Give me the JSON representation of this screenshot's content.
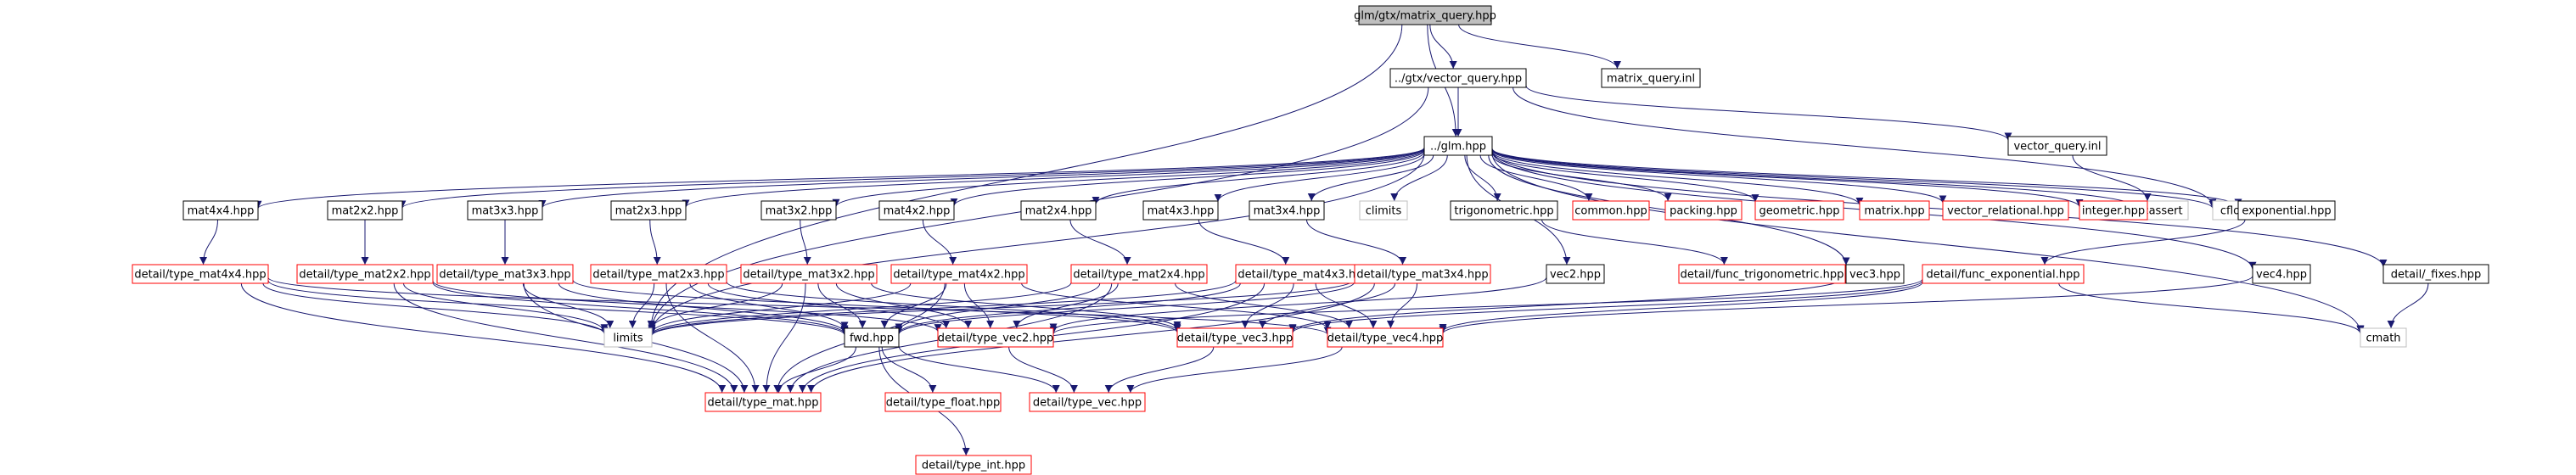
{
  "colors": {
    "background": "#ffffff",
    "edge": "#191970",
    "root_fill": "#bfbfbf",
    "node_fill": "#ffffff",
    "border_default": "#000000",
    "border_red": "#ff0000",
    "border_gray": "#bfbfbf"
  },
  "nodes": {
    "root": {
      "label": "glm/gtx/matrix_query.hpp",
      "style": "root"
    },
    "vector_query_hpp": {
      "label": "../gtx/vector_query.hpp",
      "style": "black"
    },
    "matrix_query_inl": {
      "label": "matrix_query.inl",
      "style": "black"
    },
    "glm_hpp": {
      "label": "../glm.hpp",
      "style": "black"
    },
    "vector_query_inl": {
      "label": "vector_query.inl",
      "style": "black"
    },
    "cassert": {
      "label": "cassert",
      "style": "gray"
    },
    "cfloat": {
      "label": "cfloat",
      "style": "gray"
    },
    "mat4x4_hpp": {
      "label": "mat4x4.hpp",
      "style": "black"
    },
    "mat2x2_hpp": {
      "label": "mat2x2.hpp",
      "style": "black"
    },
    "mat3x3_hpp": {
      "label": "mat3x3.hpp",
      "style": "black"
    },
    "mat2x3_hpp": {
      "label": "mat2x3.hpp",
      "style": "black"
    },
    "mat3x2_hpp": {
      "label": "mat3x2.hpp",
      "style": "black"
    },
    "mat4x2_hpp": {
      "label": "mat4x2.hpp",
      "style": "black"
    },
    "mat2x4_hpp": {
      "label": "mat2x4.hpp",
      "style": "black"
    },
    "mat4x3_hpp": {
      "label": "mat4x3.hpp",
      "style": "black"
    },
    "mat3x4_hpp": {
      "label": "mat3x4.hpp",
      "style": "black"
    },
    "climits": {
      "label": "climits",
      "style": "gray"
    },
    "trigonometric_hpp": {
      "label": "trigonometric.hpp",
      "style": "black"
    },
    "common_hpp": {
      "label": "common.hpp",
      "style": "red"
    },
    "packing_hpp": {
      "label": "packing.hpp",
      "style": "red"
    },
    "geometric_hpp": {
      "label": "geometric.hpp",
      "style": "red"
    },
    "matrix_hpp": {
      "label": "matrix.hpp",
      "style": "red"
    },
    "vector_relational_hpp": {
      "label": "vector_relational.hpp",
      "style": "red"
    },
    "integer_hpp": {
      "label": "integer.hpp",
      "style": "red"
    },
    "exponential_hpp": {
      "label": "exponential.hpp",
      "style": "black"
    },
    "type_mat4x4": {
      "label": "detail/type_mat4x4.hpp",
      "style": "red"
    },
    "type_mat2x2": {
      "label": "detail/type_mat2x2.hpp",
      "style": "red"
    },
    "type_mat3x3": {
      "label": "detail/type_mat3x3.hpp",
      "style": "red"
    },
    "type_mat2x3": {
      "label": "detail/type_mat2x3.hpp",
      "style": "red"
    },
    "type_mat3x2": {
      "label": "detail/type_mat3x2.hpp",
      "style": "red"
    },
    "type_mat4x2": {
      "label": "detail/type_mat4x2.hpp",
      "style": "red"
    },
    "type_mat2x4": {
      "label": "detail/type_mat2x4.hpp",
      "style": "red"
    },
    "type_mat4x3": {
      "label": "detail/type_mat4x3.hpp",
      "style": "red"
    },
    "type_mat3x4": {
      "label": "detail/type_mat3x4.hpp",
      "style": "red"
    },
    "vec2_hpp": {
      "label": "vec2.hpp",
      "style": "black"
    },
    "func_trigonometric": {
      "label": "detail/func_trigonometric.hpp",
      "style": "red"
    },
    "vec3_hpp": {
      "label": "vec3.hpp",
      "style": "black"
    },
    "func_exponential": {
      "label": "detail/func_exponential.hpp",
      "style": "red"
    },
    "vec4_hpp": {
      "label": "vec4.hpp",
      "style": "black"
    },
    "fixes_hpp": {
      "label": "detail/_fixes.hpp",
      "style": "black"
    },
    "limits": {
      "label": "limits",
      "style": "gray"
    },
    "fwd_hpp": {
      "label": "fwd.hpp",
      "style": "black"
    },
    "type_vec2": {
      "label": "detail/type_vec2.hpp",
      "style": "red"
    },
    "type_vec3": {
      "label": "detail/type_vec3.hpp",
      "style": "red"
    },
    "type_vec4": {
      "label": "detail/type_vec4.hpp",
      "style": "red"
    },
    "cmath": {
      "label": "cmath",
      "style": "gray"
    },
    "type_mat": {
      "label": "detail/type_mat.hpp",
      "style": "red"
    },
    "type_float": {
      "label": "detail/type_float.hpp",
      "style": "red"
    },
    "type_vec": {
      "label": "detail/type_vec.hpp",
      "style": "red"
    },
    "type_int": {
      "label": "detail/type_int.hpp",
      "style": "red"
    }
  },
  "edges": [
    [
      "root",
      "vector_query_hpp"
    ],
    [
      "root",
      "matrix_query_inl"
    ],
    [
      "root",
      "glm_hpp"
    ],
    [
      "root",
      "limits"
    ],
    [
      "vector_query_hpp",
      "glm_hpp"
    ],
    [
      "vector_query_hpp",
      "vector_query_inl"
    ],
    [
      "vector_query_hpp",
      "cfloat"
    ],
    [
      "vector_query_hpp",
      "limits"
    ],
    [
      "vector_query_inl",
      "cassert"
    ],
    [
      "glm_hpp",
      "mat4x4_hpp"
    ],
    [
      "glm_hpp",
      "mat2x2_hpp"
    ],
    [
      "glm_hpp",
      "mat3x3_hpp"
    ],
    [
      "glm_hpp",
      "mat2x3_hpp"
    ],
    [
      "glm_hpp",
      "mat3x2_hpp"
    ],
    [
      "glm_hpp",
      "mat4x2_hpp"
    ],
    [
      "glm_hpp",
      "mat2x4_hpp"
    ],
    [
      "glm_hpp",
      "mat4x3_hpp"
    ],
    [
      "glm_hpp",
      "mat3x4_hpp"
    ],
    [
      "glm_hpp",
      "climits"
    ],
    [
      "glm_hpp",
      "trigonometric_hpp"
    ],
    [
      "glm_hpp",
      "common_hpp"
    ],
    [
      "glm_hpp",
      "packing_hpp"
    ],
    [
      "glm_hpp",
      "geometric_hpp"
    ],
    [
      "glm_hpp",
      "matrix_hpp"
    ],
    [
      "glm_hpp",
      "vector_relational_hpp"
    ],
    [
      "glm_hpp",
      "integer_hpp"
    ],
    [
      "glm_hpp",
      "exponential_hpp"
    ],
    [
      "glm_hpp",
      "cassert"
    ],
    [
      "glm_hpp",
      "cfloat"
    ],
    [
      "glm_hpp",
      "fixes_hpp"
    ],
    [
      "glm_hpp",
      "vec4_hpp"
    ],
    [
      "glm_hpp",
      "vec3_hpp"
    ],
    [
      "glm_hpp",
      "cmath"
    ],
    [
      "glm_hpp",
      "vec2_hpp"
    ],
    [
      "glm_hpp",
      "limits"
    ],
    [
      "mat4x4_hpp",
      "type_mat4x4"
    ],
    [
      "mat2x2_hpp",
      "type_mat2x2"
    ],
    [
      "mat3x3_hpp",
      "type_mat3x3"
    ],
    [
      "mat2x3_hpp",
      "type_mat2x3"
    ],
    [
      "mat3x2_hpp",
      "type_mat3x2"
    ],
    [
      "mat4x2_hpp",
      "type_mat4x2"
    ],
    [
      "mat2x4_hpp",
      "type_mat2x4"
    ],
    [
      "mat4x3_hpp",
      "type_mat4x3"
    ],
    [
      "mat3x4_hpp",
      "type_mat3x4"
    ],
    [
      "trigonometric_hpp",
      "func_trigonometric"
    ],
    [
      "exponential_hpp",
      "func_exponential"
    ],
    [
      "fixes_hpp",
      "cmath"
    ],
    [
      "type_mat4x4",
      "limits"
    ],
    [
      "type_mat4x4",
      "fwd_hpp"
    ],
    [
      "type_mat4x4",
      "type_vec4"
    ],
    [
      "type_mat4x4",
      "type_mat"
    ],
    [
      "type_mat2x2",
      "limits"
    ],
    [
      "type_mat2x2",
      "fwd_hpp"
    ],
    [
      "type_mat2x2",
      "type_vec2"
    ],
    [
      "type_mat2x2",
      "type_mat"
    ],
    [
      "type_mat3x3",
      "limits"
    ],
    [
      "type_mat3x3",
      "fwd_hpp"
    ],
    [
      "type_mat3x3",
      "type_vec3"
    ],
    [
      "type_mat3x3",
      "type_mat"
    ],
    [
      "type_mat2x3",
      "limits"
    ],
    [
      "type_mat2x3",
      "fwd_hpp"
    ],
    [
      "type_mat2x3",
      "type_vec2"
    ],
    [
      "type_mat2x3",
      "type_vec3"
    ],
    [
      "type_mat2x3",
      "type_mat"
    ],
    [
      "type_mat3x2",
      "limits"
    ],
    [
      "type_mat3x2",
      "fwd_hpp"
    ],
    [
      "type_mat3x2",
      "type_vec2"
    ],
    [
      "type_mat3x2",
      "type_vec3"
    ],
    [
      "type_mat3x2",
      "type_mat"
    ],
    [
      "type_mat4x2",
      "limits"
    ],
    [
      "type_mat4x2",
      "fwd_hpp"
    ],
    [
      "type_mat4x2",
      "type_vec2"
    ],
    [
      "type_mat4x2",
      "type_vec4"
    ],
    [
      "type_mat4x2",
      "type_mat"
    ],
    [
      "type_mat2x4",
      "limits"
    ],
    [
      "type_mat2x4",
      "fwd_hpp"
    ],
    [
      "type_mat2x4",
      "type_vec2"
    ],
    [
      "type_mat2x4",
      "type_vec4"
    ],
    [
      "type_mat2x4",
      "type_mat"
    ],
    [
      "type_mat4x3",
      "limits"
    ],
    [
      "type_mat4x3",
      "fwd_hpp"
    ],
    [
      "type_mat4x3",
      "type_vec3"
    ],
    [
      "type_mat4x3",
      "type_vec4"
    ],
    [
      "type_mat4x3",
      "type_mat"
    ],
    [
      "type_mat3x4",
      "limits"
    ],
    [
      "type_mat3x4",
      "fwd_hpp"
    ],
    [
      "type_mat3x4",
      "type_vec3"
    ],
    [
      "type_mat3x4",
      "type_vec4"
    ],
    [
      "type_mat3x4",
      "type_mat"
    ],
    [
      "vec2_hpp",
      "type_vec2"
    ],
    [
      "vec3_hpp",
      "type_vec3"
    ],
    [
      "vec4_hpp",
      "type_vec4"
    ],
    [
      "func_exponential",
      "type_vec1"
    ],
    [
      "func_exponential",
      "type_vec2"
    ],
    [
      "func_exponential",
      "type_vec3"
    ],
    [
      "func_exponential",
      "type_vec4"
    ],
    [
      "func_exponential",
      "cmath"
    ],
    [
      "fwd_hpp",
      "type_int"
    ],
    [
      "fwd_hpp",
      "type_float"
    ],
    [
      "fwd_hpp",
      "type_vec"
    ],
    [
      "fwd_hpp",
      "type_mat"
    ],
    [
      "type_vec2",
      "type_vec"
    ],
    [
      "type_vec3",
      "type_vec"
    ],
    [
      "type_vec4",
      "type_vec"
    ]
  ]
}
